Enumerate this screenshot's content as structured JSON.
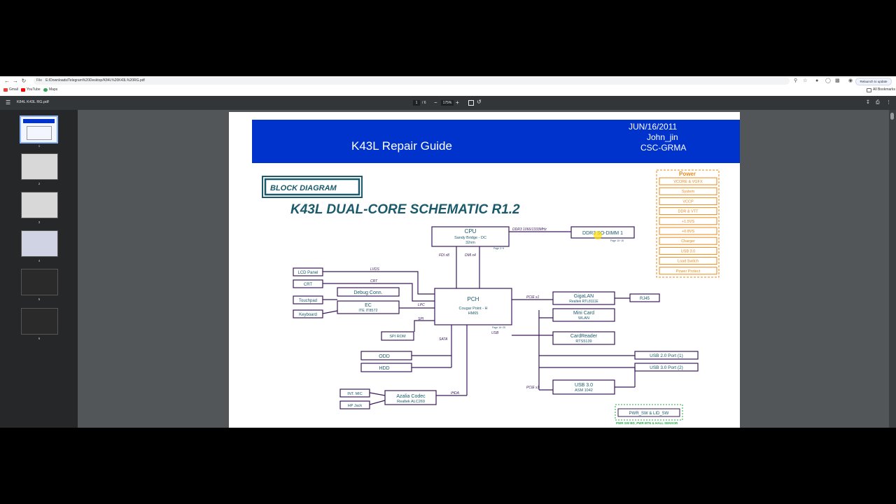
{
  "browser": {
    "file_chip": "File",
    "url": "E:/Downloads/Telegram%20Desktop/K84L%20K43L%20RG.pdf",
    "relaunch": "Relaunch to update",
    "bookmarks": [
      "Gmail",
      "YouTube",
      "Maps"
    ],
    "all_bookmarks": "All Bookmarks"
  },
  "pdf": {
    "title": "K84L K43L RG.pdf",
    "current_page": "1",
    "page_sep": "/",
    "total_pages": "6",
    "zoom": "175%"
  },
  "thumbnails": [
    "1",
    "2",
    "3",
    "4",
    "5",
    "6"
  ],
  "document": {
    "banner_title": "K43L Repair Guide",
    "date": "JUN/16/2011",
    "author": "John_jin",
    "org": "CSC-GRMA",
    "block_diagram_label": "BLOCK DIAGRAM",
    "schematic_title": "K43L DUAL-CORE SCHEMATIC R1.2",
    "power": {
      "title": "Power",
      "items": [
        "VCORE & VGFX",
        "System",
        "VCCP",
        "DDR & VTT",
        "+1.5VS",
        "+0.8VS",
        "Charger",
        "USB 3.0",
        "Load Switch",
        "Power Protect"
      ]
    },
    "blocks": {
      "cpu": "CPU",
      "cpu_sub1": "Sandy Bridge - DC",
      "cpu_sub2": "32nm",
      "ddr_bus": "DDR3 1066/1333MHz",
      "dimm": "DDR3 SO-DIMM 1",
      "dimm_page": "Page 10~15",
      "cpu_page": "Page 3~9",
      "fdi": "FDI x8",
      "dmi": "DMI x4",
      "pch": "PCH",
      "pch_sub1": "Cougar Point - H",
      "pch_sub2": "HM65",
      "pch_page": "Page 16~25",
      "lcd": "LCD Panel",
      "lvds": "LVDS",
      "crt": "CRT",
      "crt_bus": "CRT",
      "debug": "Debug Conn.",
      "touchpad": "Touchpad",
      "ec": "EC",
      "ec_sub": "ITE IT8572",
      "lpc": "LPC",
      "keyboard": "Keyboard",
      "spi": "SPI",
      "spi_rom": "SPI ROM",
      "sata": "SATA",
      "odd": "ODD",
      "hdd": "HDD",
      "int_mic": "INT. MIC",
      "hp_jack": "HP Jack",
      "azalia": "Azalia Codec",
      "azalia_sub": "Realtek ALC269",
      "ihda": "IHDA",
      "pcie1": "PCIE x1",
      "gigalan": "GigaLAN",
      "gigalan_sub": "Realtek RTL8111E",
      "rj45": "RJ45",
      "minicard": "Mini Card",
      "minicard_sub": "WLAN",
      "usb_bus": "USB",
      "cardreader": "CardReader",
      "cardreader_sub": "RTS5139",
      "usb20": "USB 2.0 Port (1)",
      "usb30port": "USB 3.0 Port (2)",
      "pcie2": "PCIE x1",
      "usb30": "USB 3.0",
      "usb30_sub": "ASM 1042",
      "pwr_sw": "PWR_SW & LID_SW",
      "pwr_sw_sub": "PWR SW BD_PWR BTN & HALL SENSOR"
    }
  },
  "colors": {
    "banner_blue": "#0033cc",
    "diagram_teal": "#1a5a6a",
    "power_orange": "#e88a1a",
    "box_purple": "#3a1a5a",
    "green": "#22aa44"
  }
}
